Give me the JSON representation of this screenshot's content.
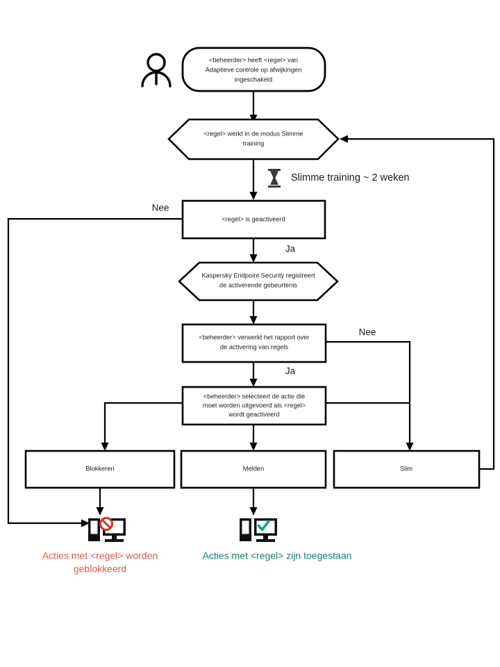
{
  "diagram": {
    "title": "Adaptieve controle op afwijkingen - regelwerking",
    "language": "nl",
    "background_color": "#ffffff",
    "line_color": "#000000",
    "blocked_color": "#e0574a",
    "allowed_color": "#16806e"
  },
  "actor": {
    "name": "administrator-actor",
    "label": ""
  },
  "nodes": {
    "start": {
      "id": "start",
      "shape": "rounded-rectangle",
      "lines": [
        "<beheerder> heeft <regel> van",
        "Adaptieve controle op afwijkingen",
        "ingeschakeld"
      ]
    },
    "smart_training": {
      "id": "smart-training",
      "shape": "hexagon",
      "lines": [
        "<regel> werkt in de modus Slimme",
        "training"
      ]
    },
    "rule_triggered": {
      "id": "rule-triggered",
      "shape": "rectangle",
      "lines": [
        "<regel> is geactiveerd"
      ]
    },
    "kes_registers": {
      "id": "kes-registers",
      "shape": "hexagon",
      "lines": [
        "Kaspersky Endpoint Security registreert",
        "de activerende gebeurtenis"
      ]
    },
    "admin_report": {
      "id": "admin-processes-report",
      "shape": "rectangle",
      "lines": [
        "<beheerder> verwerkt het rapport over",
        "de activering van regels"
      ]
    },
    "admin_selects": {
      "id": "admin-selects-action",
      "shape": "rectangle",
      "lines": [
        "<beheerder> selecteert de actie die",
        "moet  worden uitgevoerd als <regel>",
        "wordt geactiveerd"
      ]
    },
    "block": {
      "id": "action-block",
      "shape": "rectangle",
      "lines": [
        "Blokkeren"
      ]
    },
    "notify": {
      "id": "action-notify",
      "shape": "rectangle",
      "lines": [
        "Melden"
      ]
    },
    "smart": {
      "id": "action-smart",
      "shape": "rectangle",
      "lines": [
        "Slim"
      ]
    }
  },
  "edge_labels": {
    "no_left": "Nee",
    "yes_top": "Ja",
    "no_right": "Nee",
    "yes_bottom": "Ja"
  },
  "annotations": {
    "training_duration": {
      "icon": "hourglass-icon",
      "text": "Slimme training ~ 2 weken"
    }
  },
  "outcomes": {
    "blocked": {
      "icon": "computer-blocked-icon",
      "lines": [
        "Acties met <regel> worden",
        "geblokkeerd"
      ],
      "color": "#e0574a"
    },
    "allowed": {
      "icon": "computer-allowed-icon",
      "lines": [
        "Acties met <regel> zijn toegestaan"
      ],
      "color": "#16806e"
    }
  }
}
